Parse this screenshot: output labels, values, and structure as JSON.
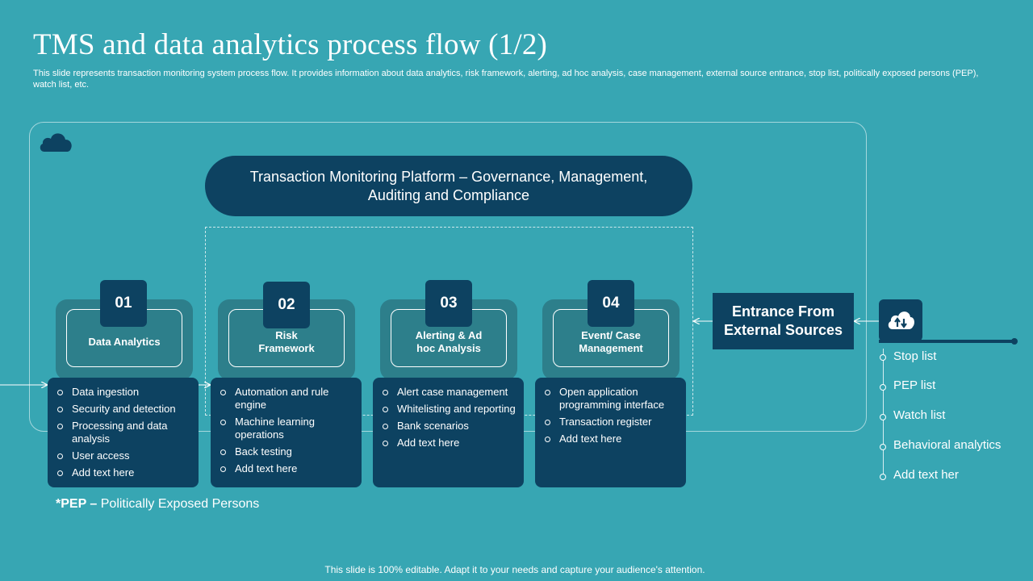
{
  "slide": {
    "title": "TMS and data analytics process flow (1/2)",
    "subtitle": "This slide represents transaction monitoring system process flow. It provides information about data analytics, risk framework, alerting, ad hoc analysis, case management, external source entrance, stop list, politically exposed persons (PEP), watch list, etc."
  },
  "platform": {
    "label": "Transaction Monitoring Platform – Governance, Management, Auditing and Compliance"
  },
  "steps": [
    {
      "number": "01",
      "title": "Data Analytics",
      "items": [
        "Data ingestion",
        "Security and detection",
        "Processing and data analysis",
        "User access",
        "Add text here"
      ]
    },
    {
      "number": "02",
      "title": "Risk Framework",
      "items": [
        "Automation and rule engine",
        "Machine learning operations",
        "Back testing",
        "Add text here"
      ]
    },
    {
      "number": "03",
      "title": "Alerting & Ad hoc Analysis",
      "items": [
        "Alert case management",
        "Whitelisting and reporting",
        "Bank scenarios",
        "Add text here"
      ]
    },
    {
      "number": "04",
      "title": "Event/ Case Management",
      "items": [
        "Open application programming interface",
        "Transaction register",
        "Add text here"
      ]
    }
  ],
  "external": {
    "label": "Entrance From External Sources",
    "icon": "cloud-upload-icon",
    "list": [
      "Stop list",
      "PEP list",
      "Watch list",
      "Behavioral analytics",
      "Add text her"
    ]
  },
  "note": {
    "abbr": "*PEP –",
    "text": " Politically Exposed Persons"
  },
  "footer": "This slide is 100% editable. Adapt it to your needs and capture your audience's attention.",
  "colors": {
    "background": "#37a6b3",
    "dark_navy": "#0d4261",
    "card_teal": "#2d7f8b",
    "text": "#ffffff"
  }
}
